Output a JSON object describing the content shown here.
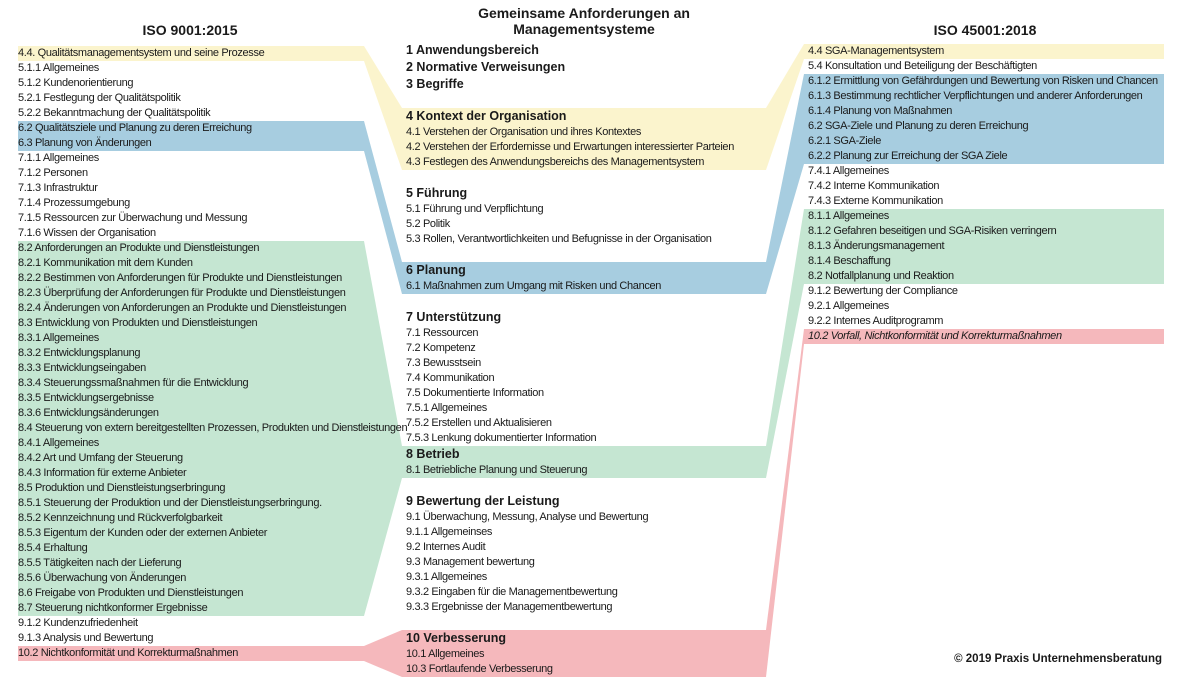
{
  "colors": {
    "yellow": "#fbf4cd",
    "blue": "#a7cde0",
    "green": "#c5e6d2",
    "red": "#f5b8bc"
  },
  "left": {
    "title": "ISO 9001:2015",
    "rows": [
      {
        "text": "4.4. Qualitätsmanagementsystem und seine Prozesse",
        "color": "yellow"
      },
      {
        "text": "5.1.1 Allgemeines"
      },
      {
        "text": "5.1.2 Kundenorientierung"
      },
      {
        "text": "5.2.1 Festlegung der Qualitätspolitik"
      },
      {
        "text": "5.2.2 Bekanntmachung der Qualitätspolitik"
      },
      {
        "text": "6.2 Qualitätsziele und Planung zu deren Erreichung",
        "color": "blue"
      },
      {
        "text": "6.3 Planung von Änderungen",
        "color": "blue"
      },
      {
        "text": "7.1.1 Allgemeines"
      },
      {
        "text": "7.1.2 Personen"
      },
      {
        "text": "7.1.3 Infrastruktur"
      },
      {
        "text": "7.1.4 Prozessumgebung"
      },
      {
        "text": "7.1.5 Ressourcen zur Überwachung und Messung"
      },
      {
        "text": "7.1.6 Wissen der Organisation"
      },
      {
        "text": "8.2 Anforderungen an Produkte und Dienstleistungen",
        "color": "green"
      },
      {
        "text": "8.2.1 Kommunikation mit dem Kunden",
        "color": "green"
      },
      {
        "text": "8.2.2 Bestimmen von Anforderungen für Produkte und Dienstleistungen",
        "color": "green"
      },
      {
        "text": "8.2.3 Überprüfung der Anforderungen für Produkte und Dienstleistungen",
        "color": "green"
      },
      {
        "text": "8.2.4 Änderungen von Anforderungen an Produkte und Dienstleistungen",
        "color": "green"
      },
      {
        "text": "8.3 Entwicklung von Produkten und Dienstleistungen",
        "color": "green"
      },
      {
        "text": "8.3.1 Allgemeines",
        "color": "green"
      },
      {
        "text": "8.3.2 Entwicklungsplanung",
        "color": "green"
      },
      {
        "text": "8.3.3 Entwicklungseingaben",
        "color": "green"
      },
      {
        "text": "8.3.4 Steuerungssmaßnahmen für die Entwicklung",
        "color": "green"
      },
      {
        "text": "8.3.5 Entwicklungsergebnisse",
        "color": "green"
      },
      {
        "text": "8.3.6 Entwicklungsänderungen",
        "color": "green"
      },
      {
        "text": "8.4 Steuerung von extern bereitgestellten Prozessen, Produkten und Dienstleistungen",
        "color": "green"
      },
      {
        "text": "8.4.1 Allgemeines",
        "color": "green"
      },
      {
        "text": "8.4.2 Art und Umfang der Steuerung",
        "color": "green"
      },
      {
        "text": "8.4.3 Information für externe Anbieter",
        "color": "green"
      },
      {
        "text": "8.5 Produktion und Dienstleistungserbringung",
        "color": "green"
      },
      {
        "text": "8.5.1 Steuerung der Produktion und der Dienstleistungserbringung.",
        "color": "green"
      },
      {
        "text": "8.5.2 Kennzeichnung und Rückverfolgbarkeit",
        "color": "green"
      },
      {
        "text": "8.5.3 Eigentum der Kunden oder der externen Anbieter",
        "color": "green"
      },
      {
        "text": "8.5.4 Erhaltung",
        "color": "green"
      },
      {
        "text": "8.5.5 Tätigkeiten nach der Lieferung",
        "color": "green"
      },
      {
        "text": "8.5.6 Überwachung von Änderungen",
        "color": "green"
      },
      {
        "text": "8.6 Freigabe von Produkten und Dienstleistungen",
        "color": "green"
      },
      {
        "text": "8.7 Steuerung nichtkonformer Ergebnisse",
        "color": "green"
      },
      {
        "text": "9.1.2 Kundenzufriedenheit"
      },
      {
        "text": "9.1.3 Analysis und Bewertung"
      },
      {
        "text": "10.2 Nichtkonformität und Korrekturmaßnahmen",
        "color": "red"
      }
    ]
  },
  "center": {
    "title_line1": "Gemeinsame Anforderungen an",
    "title_line2": "Managementsysteme",
    "rows": [
      {
        "text": "1 Anwendungsbereich",
        "head": true
      },
      {
        "text": "2 Normative Verweisungen",
        "head": true
      },
      {
        "text": "3 Begriffe",
        "head": true
      },
      {
        "gap": true
      },
      {
        "text": "4 Kontext der Organisation",
        "head": true,
        "color": "yellow"
      },
      {
        "text": "4.1 Verstehen der Organisation und ihres Kontextes",
        "color": "yellow"
      },
      {
        "text": "4.2 Verstehen der Erfordernisse und Erwartungen interessierter Parteien",
        "color": "yellow"
      },
      {
        "text": "4.3 Festlegen des Anwendungsbereichs des Managementsystem",
        "color": "yellow"
      },
      {
        "gap": true
      },
      {
        "text": "5 Führung",
        "head": true
      },
      {
        "text": "5.1 Führung und Verpflichtung"
      },
      {
        "text": "5.2 Politik"
      },
      {
        "text": "5.3 Rollen, Verantwortlichkeiten und Befugnisse in der Organisation"
      },
      {
        "gap": true
      },
      {
        "text": "6 Planung",
        "head": true,
        "color": "blue"
      },
      {
        "text": "6.1 Maßnahmen zum Umgang mit Risken und Chancen",
        "color": "blue"
      },
      {
        "gap": true
      },
      {
        "text": "7 Unterstützung",
        "head": true
      },
      {
        "text": "7.1 Ressourcen"
      },
      {
        "text": "7.2 Kompetenz"
      },
      {
        "text": "7.3 Bewusstsein"
      },
      {
        "text": "7.4 Kommunikation"
      },
      {
        "text": "7.5 Dokumentierte Information"
      },
      {
        "text": "7.5.1 Allgemeines"
      },
      {
        "text": "7.5.2 Erstellen und Aktualisieren"
      },
      {
        "text": "7.5.3 Lenkung dokumentierter Information"
      },
      {
        "text": "8 Betrieb",
        "head": true,
        "color": "green"
      },
      {
        "text": "8.1 Betriebliche Planung und Steuerung",
        "color": "green"
      },
      {
        "gap": true
      },
      {
        "text": "9 Bewertung der Leistung",
        "head": true
      },
      {
        "text": "9.1 Überwachung, Messung, Analyse und Bewertung"
      },
      {
        "text": "9.1.1 Allgemeinses"
      },
      {
        "text": "9.2 Internes Audit"
      },
      {
        "text": "9.3 Management bewertung"
      },
      {
        "text": "9.3.1 Allgemeines"
      },
      {
        "text": "9.3.2 Eingaben für die Managementbewertung"
      },
      {
        "text": "9.3.3 Ergebnisse der Managementbewertung"
      },
      {
        "gap": true
      },
      {
        "text": "10 Verbesserung",
        "head": true,
        "color": "red"
      },
      {
        "text": "10.1 Allgemeines",
        "color": "red"
      },
      {
        "text": "10.3 Fortlaufende Verbesserung",
        "color": "red"
      }
    ]
  },
  "right": {
    "title": "ISO 45001:2018",
    "rows": [
      {
        "text": "4.4 SGA-Managementsystem",
        "color": "yellow"
      },
      {
        "text": "5.4 Konsultation und Beteiligung der Beschäftigten"
      },
      {
        "text": "6.1.2 Ermittlung von Gefährdungen und Bewertung von Risken und Chancen",
        "color": "blue"
      },
      {
        "text": "6.1.3 Bestimmung rechtlicher Verpflichtungen und anderer Anforderungen",
        "color": "blue"
      },
      {
        "text": "6.1.4 Planung von Maßnahmen",
        "color": "blue"
      },
      {
        "text": "6.2 SGA-Ziele und Planung zu deren Erreichung",
        "color": "blue"
      },
      {
        "text": "6.2.1 SGA-Ziele",
        "color": "blue"
      },
      {
        "text": "6.2.2 Planung zur Erreichung der SGA Ziele",
        "color": "blue"
      },
      {
        "text": "7.4.1 Allgemeines"
      },
      {
        "text": "7.4.2 Interne Kommunikation"
      },
      {
        "text": "7.4.3 Externe Kommunikation"
      },
      {
        "text": "8.1.1 Allgemeines",
        "color": "green"
      },
      {
        "text": "8.1.2 Gefahren beseitigen und SGA-Risiken verringern",
        "color": "green"
      },
      {
        "text": "8.1.3 Änderungsmanagement",
        "color": "green"
      },
      {
        "text": "8.1.4 Beschaffung",
        "color": "green"
      },
      {
        "text": "8.2 Notfallplanung und Reaktion",
        "color": "green"
      },
      {
        "text": "9.1.2 Bewertung der Compliance"
      },
      {
        "text": "9.2.1 Allgemeines"
      },
      {
        "text": "9.2.2 Internes Auditprogramm"
      },
      {
        "text": "10.2 Vorfall, Nichtkonformität und Korrekturmaßnahmen",
        "color": "red",
        "italic": true
      }
    ]
  },
  "copyright": "© 2019 Praxis Unternehmensberatung"
}
